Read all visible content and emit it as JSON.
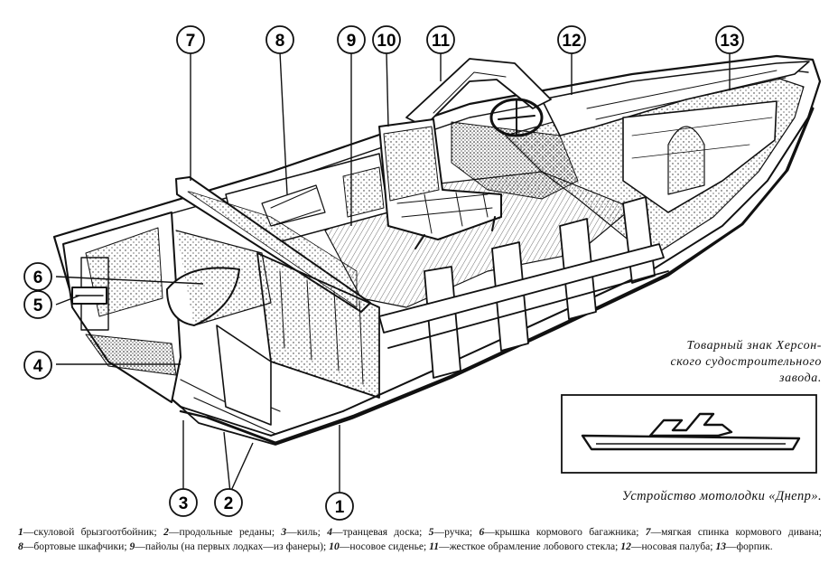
{
  "callouts": [
    {
      "num": "1"
    },
    {
      "num": "2"
    },
    {
      "num": "3"
    },
    {
      "num": "4"
    },
    {
      "num": "5"
    },
    {
      "num": "6"
    },
    {
      "num": "7"
    },
    {
      "num": "8"
    },
    {
      "num": "9"
    },
    {
      "num": "10"
    },
    {
      "num": "11"
    },
    {
      "num": "12"
    },
    {
      "num": "13"
    }
  ],
  "trademark_caption": {
    "lines": [
      "Товарный знак Херсон-",
      "ского судостроительного",
      "завода."
    ]
  },
  "figure_title": "Устройство мотолодки «Днепр».",
  "legend": [
    {
      "num": "1",
      "text": "—скуловой брызгоотбойник; "
    },
    {
      "num": "2",
      "text": "—продольные реданы; "
    },
    {
      "num": "3",
      "text": "—киль; "
    },
    {
      "num": "4",
      "text": "—транцевая доска; "
    },
    {
      "num": "5",
      "text": "—ручка; "
    },
    {
      "num": "6",
      "text": "—крышка кормового багажника; "
    },
    {
      "num": "7",
      "text": "—мягкая спинка кормового дивана; "
    },
    {
      "num": "8",
      "text": "—бортовые шкафчики; "
    },
    {
      "num": "9",
      "text": "—пайолы (на первых лодках—из фанеры); "
    },
    {
      "num": "10",
      "text": "—носовое сиденье; "
    },
    {
      "num": "11",
      "text": "—жесткое обрамление лобового стекла; "
    },
    {
      "num": "12",
      "text": "—носовая палуба; "
    },
    {
      "num": "13",
      "text": "—форпик."
    }
  ]
}
